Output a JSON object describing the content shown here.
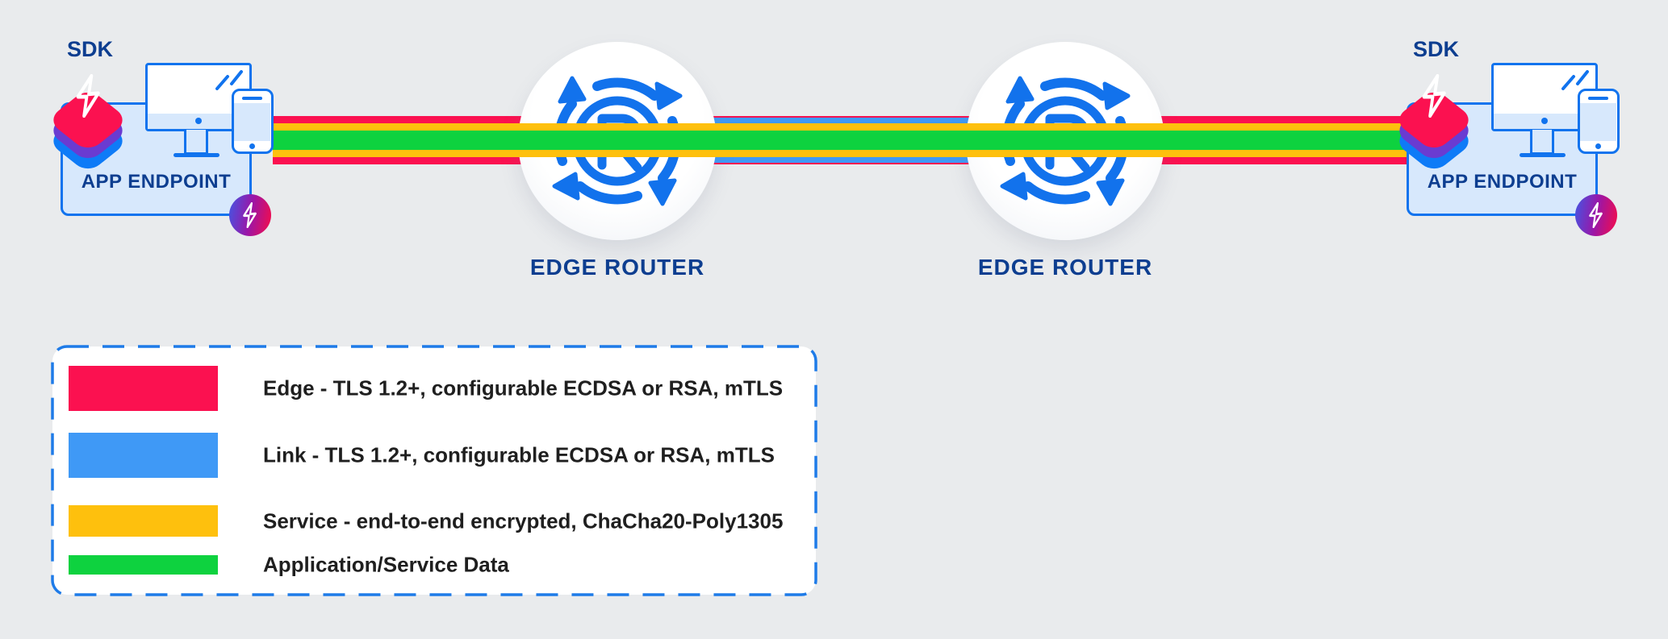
{
  "colors": {
    "background": "#E9EBED",
    "edge_red": "#FB1150",
    "link_blue": "#3F99F6",
    "service_yellow": "#FEC00D",
    "data_green": "#0ED23F",
    "outline_blue": "#1173EE",
    "navy_text": "#0D3E90"
  },
  "endpoints": [
    {
      "sdk_label": "SDK",
      "label": "APP ENDPOINT"
    },
    {
      "sdk_label": "SDK",
      "label": "APP ENDPOINT"
    }
  ],
  "routers": [
    {
      "label": "EDGE ROUTER"
    },
    {
      "label": "EDGE ROUTER"
    }
  ],
  "legend": {
    "items": [
      {
        "color": "#FB1150",
        "label": "Edge - TLS 1.2+, configurable ECDSA or RSA, mTLS"
      },
      {
        "color": "#3F99F6",
        "label": "Link - TLS 1.2+, configurable ECDSA or RSA, mTLS"
      },
      {
        "color": "#FEC00D",
        "label": "Service - end-to-end encrypted, ChaCha20-Poly1305"
      },
      {
        "color": "#0ED23F",
        "label": "Application/Service Data"
      }
    ]
  }
}
